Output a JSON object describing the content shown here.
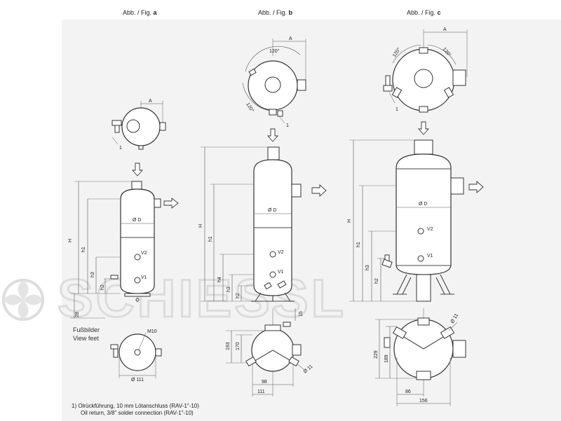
{
  "figures": {
    "a": {
      "prefix": "Abb. / Fig. ",
      "letter": "a"
    },
    "b": {
      "prefix": "Abb. / Fig. ",
      "letter": "b"
    },
    "c": {
      "prefix": "Abb. / Fig. ",
      "letter": "c"
    }
  },
  "watermark": "SCHIESSL",
  "labels": {
    "A": "A",
    "D": "Ø D",
    "H": "H",
    "h1": "h1",
    "h2": "h2",
    "h3": "h3",
    "h4": "h4",
    "V1": "V1",
    "V2": "V2",
    "M10": "M10",
    "one": "1",
    "deg120": "120°",
    "d111": "Ø 111",
    "d11": "Ø 11",
    "n28": "28",
    "n15": "15",
    "n193": "193",
    "n170": "170",
    "n98": "98",
    "n111": "111",
    "n229": "229",
    "n189": "189",
    "n86": "86",
    "n156": "156"
  },
  "feet_view": {
    "line1": "Fußbilder",
    "line2": "View feet"
  },
  "footnote": {
    "line1": "1)  Olrückführung, 10 mm Lötanschluss (RAV-1\"-10)",
    "line2": "Oil return, 3/8\" solder connection (RAV-1\"-10)"
  }
}
